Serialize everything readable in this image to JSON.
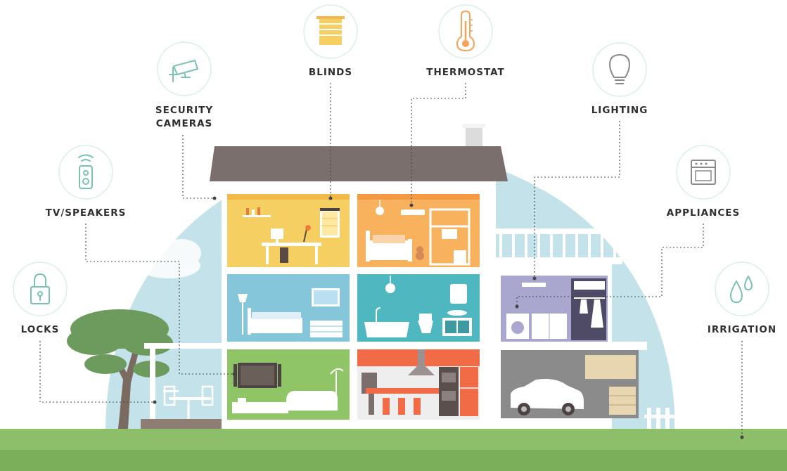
{
  "features": {
    "locks": "LOCKS",
    "tv_speakers": "TV/SPEAKERS",
    "security_cameras_line1": "SECURITY",
    "security_cameras_line2": "CAMERAS",
    "blinds": "BLINDS",
    "thermostat": "THERMOSTAT",
    "lighting": "LIGHTING",
    "appliances": "APPLIANCES",
    "irrigation": "IRRIGATION"
  },
  "icons": [
    "lock-icon",
    "speaker-remote-icon",
    "security-camera-icon",
    "blinds-icon",
    "thermometer-icon",
    "light-bulb-icon",
    "oven-icon",
    "water-drops-icon"
  ],
  "colors": {
    "dome": "#c4e2ea",
    "grass": "#8dbf6a",
    "roof": "#7a6f6c",
    "icon_accent": "#7cc2b0",
    "room_yellow": "#f6cf62",
    "room_orange": "#f8b25d",
    "room_blue": "#86c6da",
    "room_teal": "#4eb7bf",
    "room_lavender": "#a9a7cd",
    "room_green": "#8fc566",
    "room_kitchen": "#eeeeee",
    "garage": "#8b8b8b"
  }
}
